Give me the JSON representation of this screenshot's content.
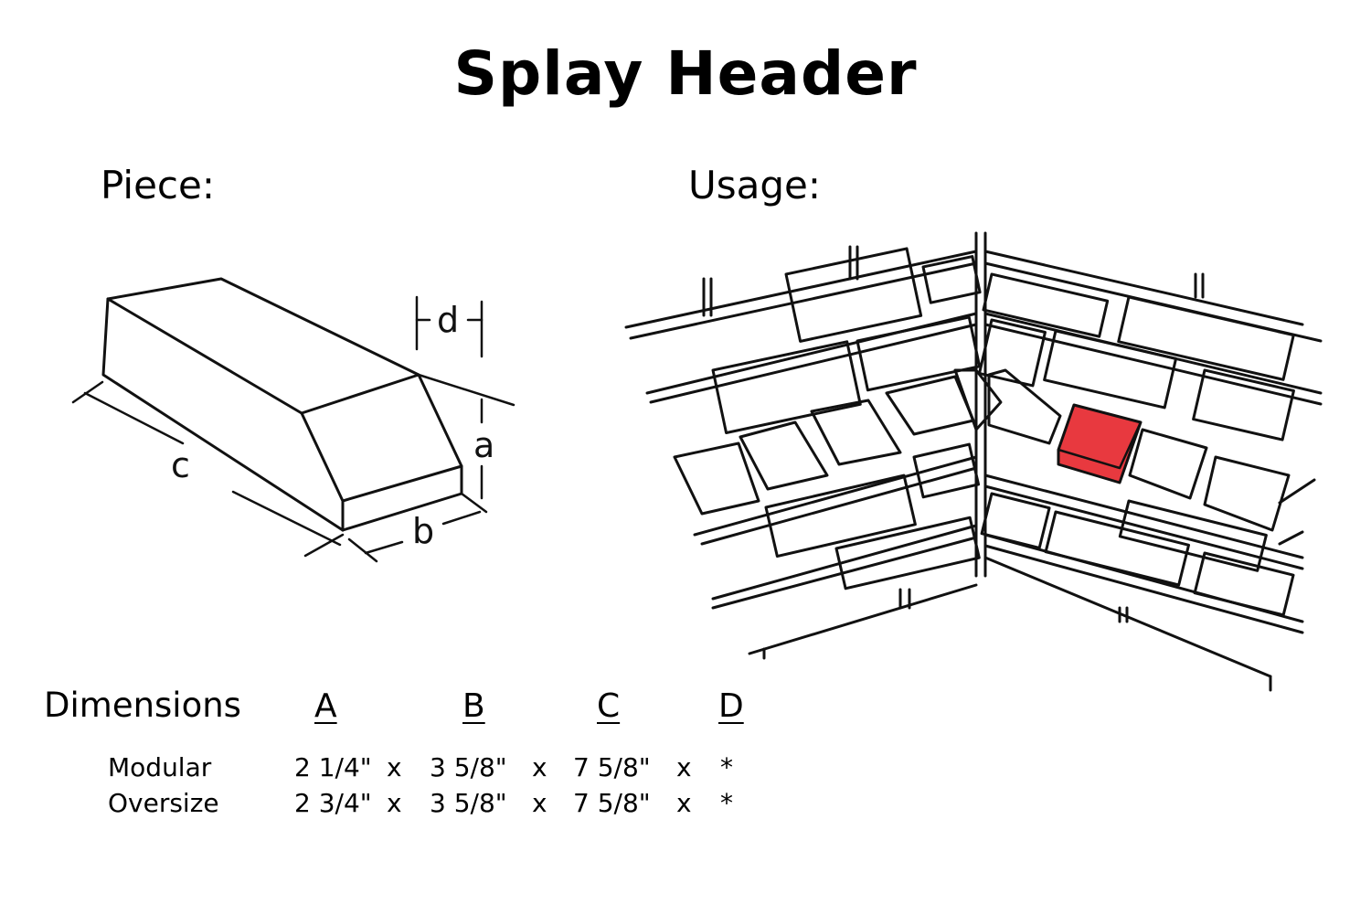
{
  "title": "Splay Header",
  "piece_heading": "Piece:",
  "usage_heading": "Usage:",
  "diagram_labels": {
    "a": "a",
    "b": "b",
    "c": "c",
    "d": "d"
  },
  "highlight_color": "#e8393f",
  "dimensions": {
    "label": "Dimensions",
    "columns": [
      "A",
      "B",
      "C",
      "D"
    ],
    "separator": "x",
    "rows": [
      {
        "name": "Modular",
        "a": "2 1/4\"",
        "b": "3 5/8\"",
        "c": "7 5/8\"",
        "d": "*"
      },
      {
        "name": "Oversize",
        "a": "2 3/4\"",
        "b": "3 5/8\"",
        "c": "7 5/8\"",
        "d": "*"
      }
    ]
  }
}
